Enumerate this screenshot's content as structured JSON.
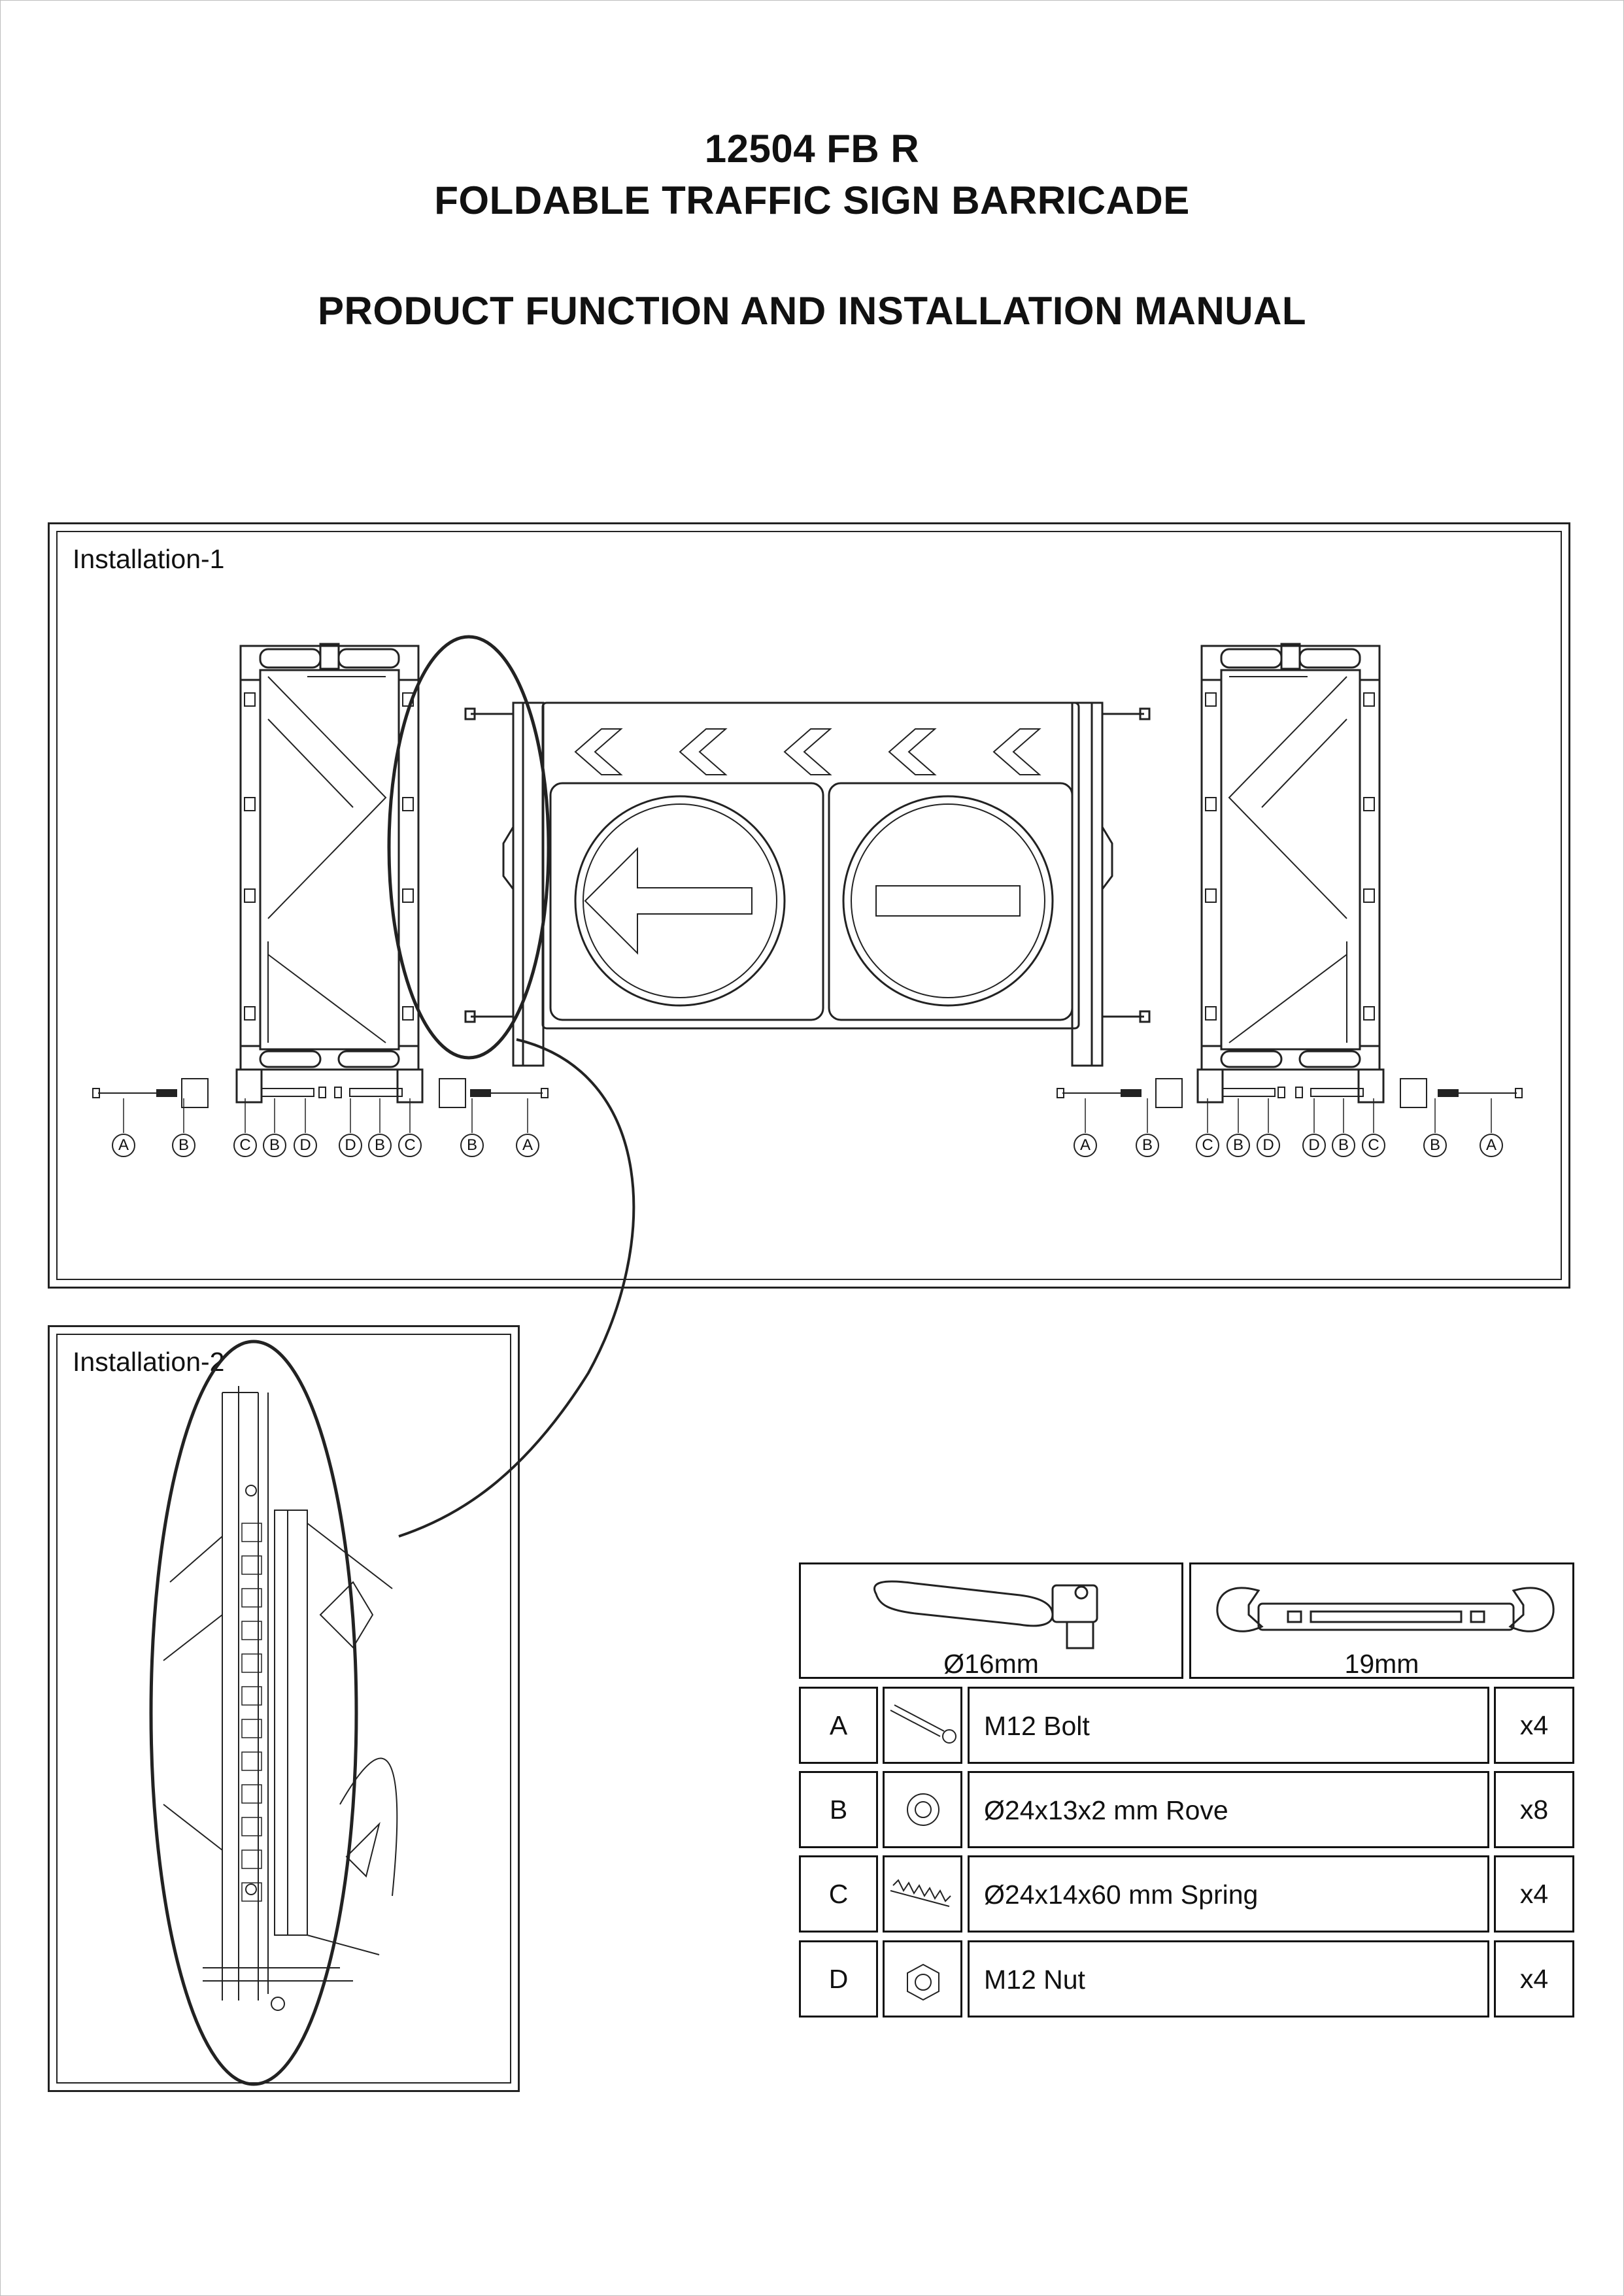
{
  "header": {
    "model": "12504 FB R",
    "product_name": "FOLDABLE TRAFFIC SIGN BARRICADE",
    "manual_title": "PRODUCT FUNCTION AND INSTALLATION MANUAL"
  },
  "installation_1": {
    "label": "Installation-1",
    "callouts_left": [
      "A",
      "B",
      "C",
      "B",
      "D",
      "D",
      "B",
      "C",
      "B",
      "A"
    ],
    "callouts_right": [
      "A",
      "B",
      "C",
      "B",
      "D",
      "D",
      "B",
      "C",
      "B",
      "A"
    ]
  },
  "installation_2": {
    "label": "Installation-2"
  },
  "tools": [
    {
      "icon": "socket-wrench-icon",
      "label": "Ø16mm"
    },
    {
      "icon": "open-end-spanner-icon",
      "label": "19mm"
    }
  ],
  "parts": [
    {
      "letter": "A",
      "icon": "bolt-icon",
      "description": "M12 Bolt",
      "qty": "x4"
    },
    {
      "letter": "B",
      "icon": "washer-icon",
      "description": "Ø24x13x2 mm Rove",
      "qty": "x8"
    },
    {
      "letter": "C",
      "icon": "spring-icon",
      "description": "Ø24x14x60 mm Spring",
      "qty": "x4"
    },
    {
      "letter": "D",
      "icon": "nut-icon",
      "description": "M12 Nut",
      "qty": "x4"
    }
  ]
}
